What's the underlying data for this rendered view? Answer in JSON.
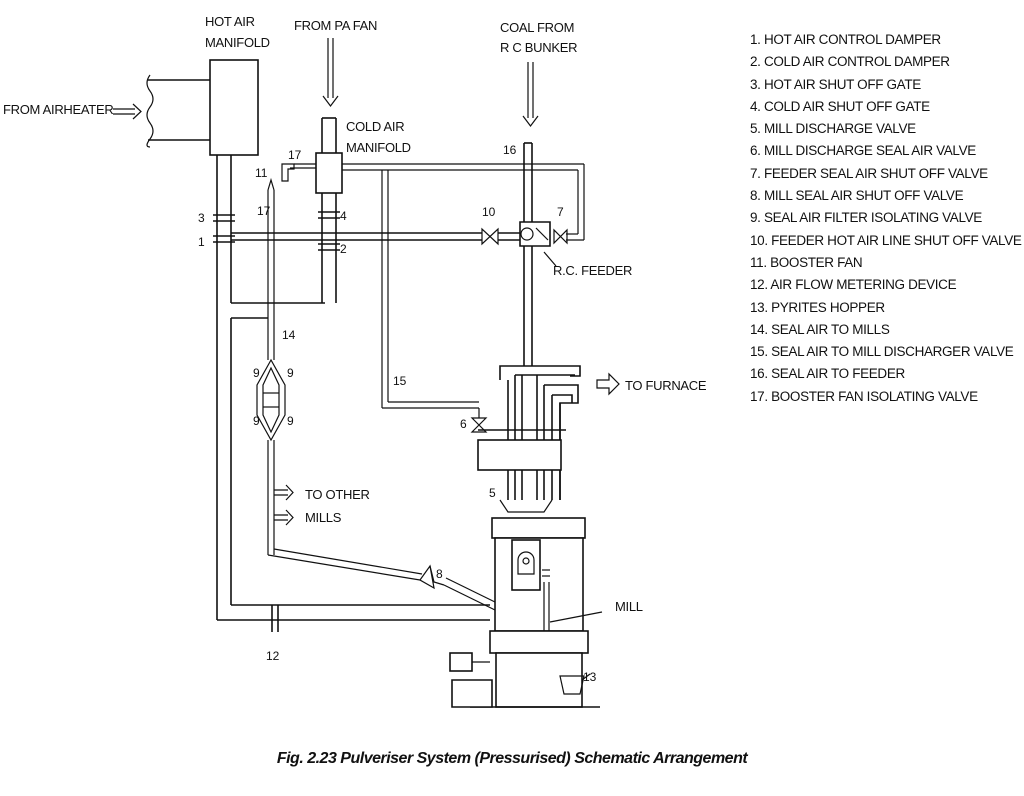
{
  "labels": {
    "hot_air_manifold": [
      "HOT AIR",
      "MANIFOLD"
    ],
    "from_pa_fan": "FROM PA FAN",
    "coal_from": [
      "COAL FROM",
      "R C BUNKER"
    ],
    "from_airheater": "FROM AIRHEATER",
    "cold_air_manifold": [
      "COLD AIR",
      "MANIFOLD"
    ],
    "rc_feeder": "R.C. FEEDER",
    "to_furnace": "TO FURNACE",
    "to_other_mills": [
      "TO OTHER",
      "MILLS"
    ],
    "mill": "MILL"
  },
  "callouts": {
    "n1": "1",
    "n2": "2",
    "n3": "3",
    "n4": "4",
    "n5": "5",
    "n6": "6",
    "n7": "7",
    "n8": "8",
    "n9": "9",
    "n10": "10",
    "n11": "11",
    "n12": "12",
    "n13": "13",
    "n14": "14",
    "n15": "15",
    "n16": "16",
    "n17": "17"
  },
  "legend": [
    "1.  HOT AIR CONTROL DAMPER",
    "2.  COLD AIR CONTROL DAMPER",
    "3.  HOT AIR SHUT OFF GATE",
    "4.  COLD AIR SHUT OFF GATE",
    "5.  MILL DISCHARGE VALVE",
    "6.  MILL DISCHARGE SEAL AIR VALVE",
    "7.  FEEDER SEAL AIR SHUT OFF VALVE",
    "8.  MILL SEAL AIR SHUT OFF VALVE",
    "9.  SEAL AIR FILTER ISOLATING VALVE",
    "10. FEEDER HOT AIR LINE SHUT OFF VALVE",
    "11. BOOSTER FAN",
    "12. AIR FLOW METERING DEVICE",
    "13. PYRITES HOPPER",
    "14. SEAL AIR TO MILLS",
    "15. SEAL AIR TO MILL DISCHARGER VALVE",
    "16. SEAL AIR TO FEEDER",
    "17. BOOSTER FAN ISOLATING VALVE"
  ],
  "caption": "Fig. 2.23  Pulveriser System (Pressurised) Schematic Arrangement"
}
